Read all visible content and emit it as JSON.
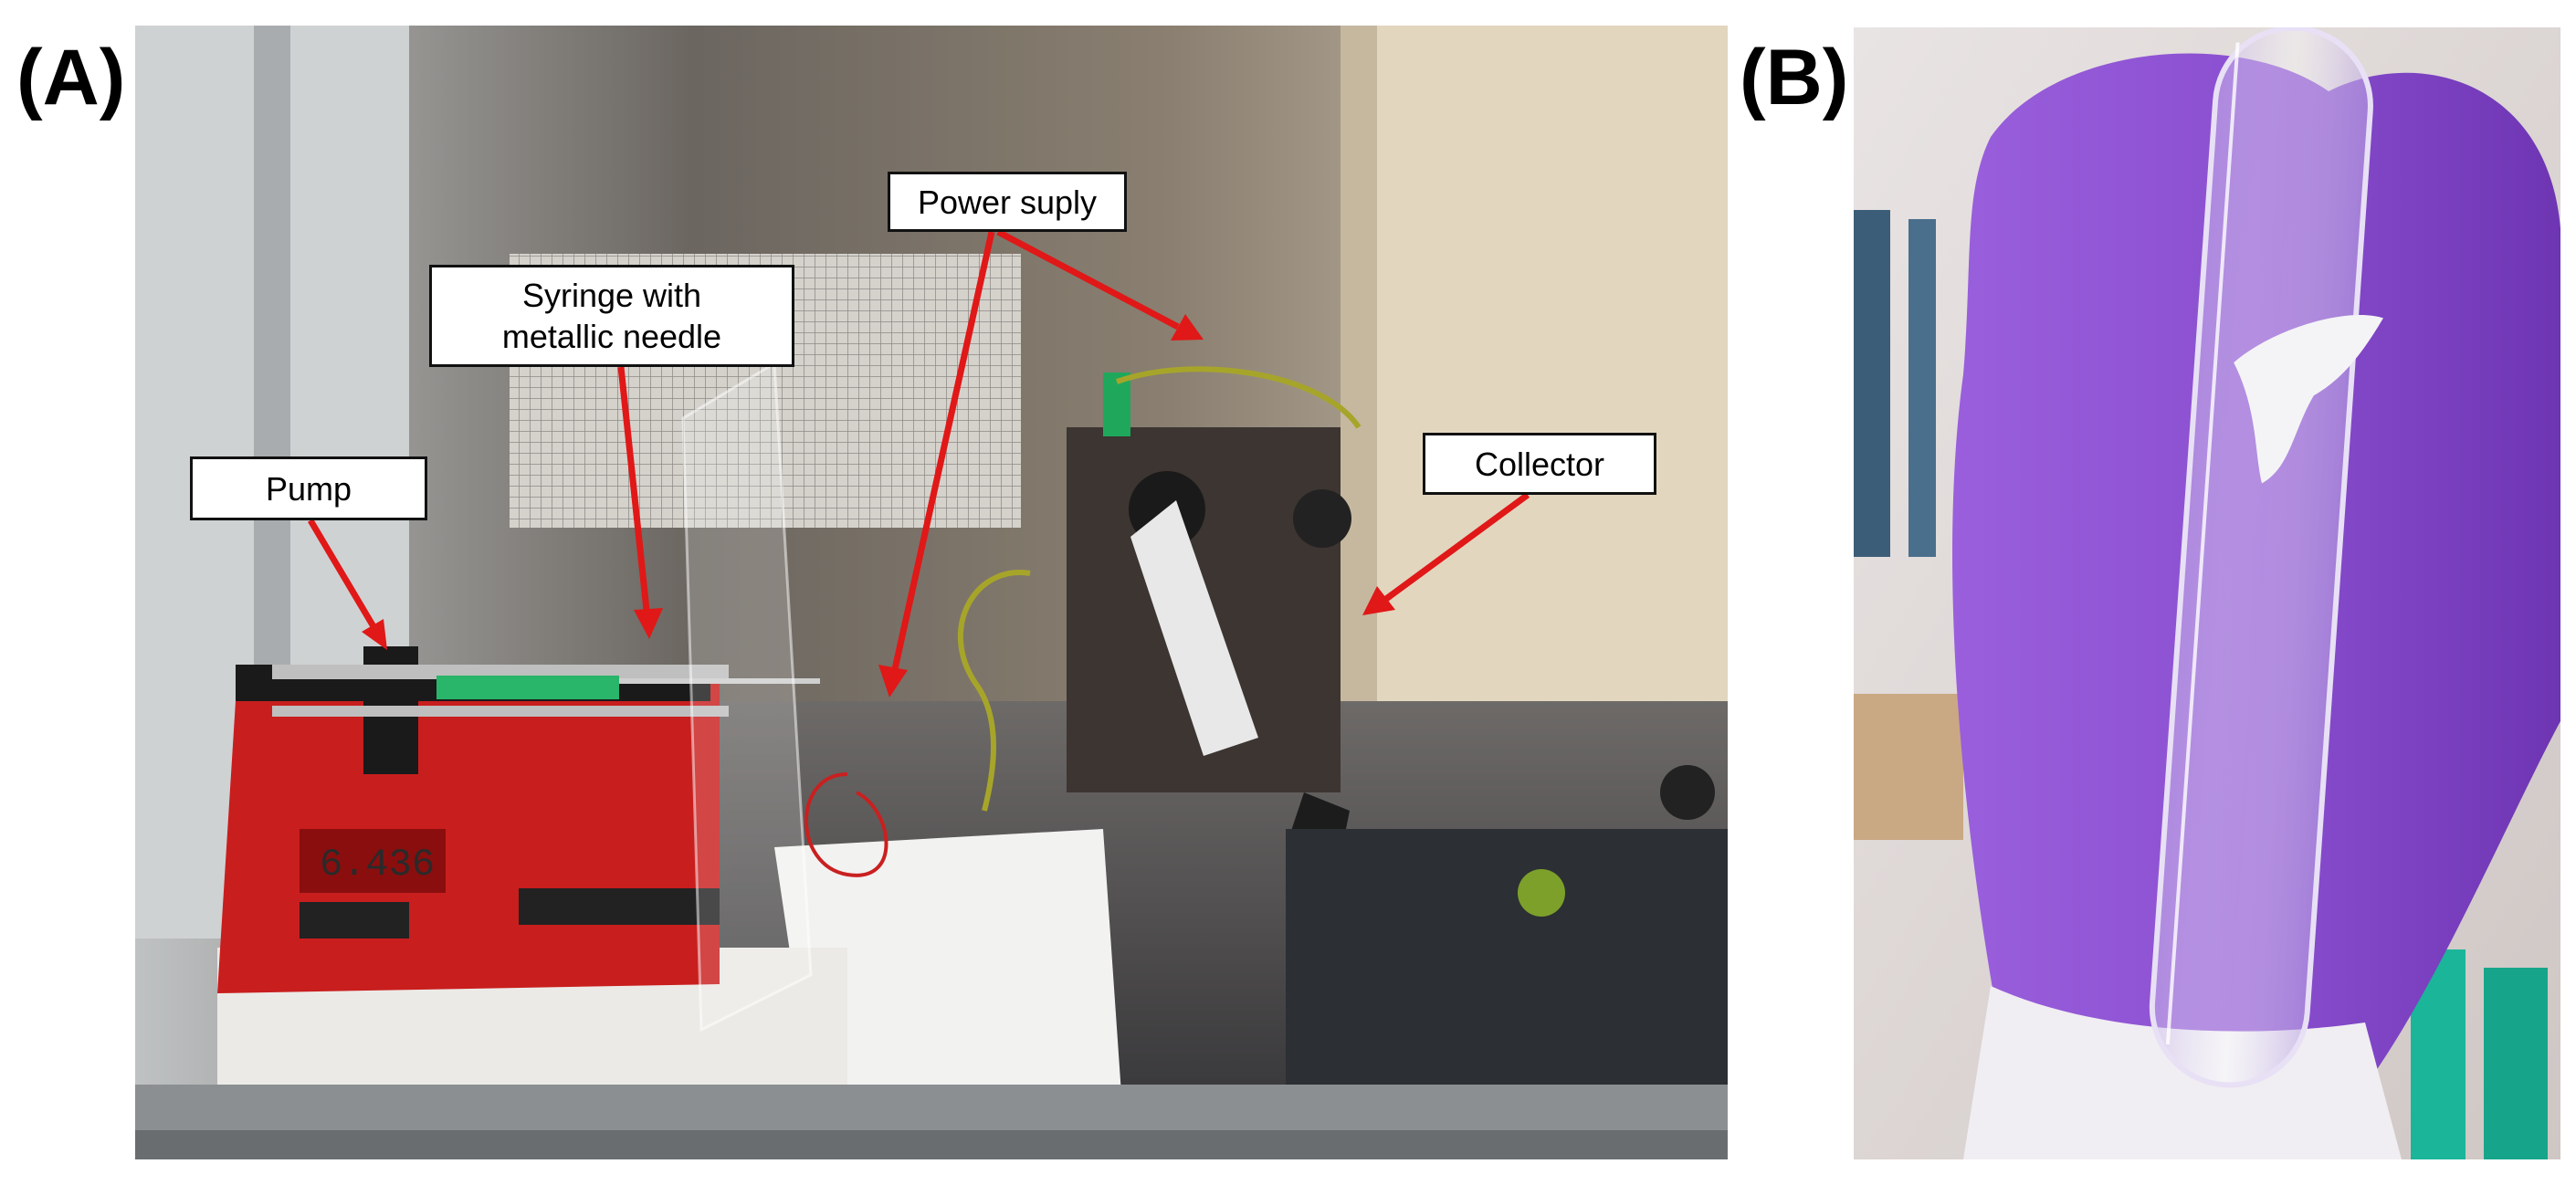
{
  "panels": {
    "a": {
      "letter": "(A)"
    },
    "b": {
      "letter": "(B)"
    }
  },
  "callouts": {
    "pump": "Pump",
    "syringe_line1": "Syringe with",
    "syringe_line2": "metallic needle",
    "power": "Power suply",
    "collector": "Collector"
  },
  "pump_display": "6.436",
  "colors": {
    "arrow": "#e01818",
    "glove": "#8a4fd0",
    "pump_body": "#c81e1e"
  }
}
